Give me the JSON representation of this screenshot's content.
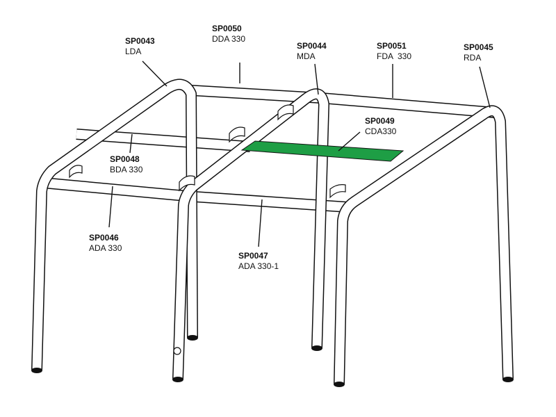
{
  "parts": [
    {
      "code": "SP0043",
      "name": "LDA"
    },
    {
      "code": "SP0050",
      "name": "DDA 330"
    },
    {
      "code": "SP0044",
      "name": "MDA"
    },
    {
      "code": "SP0051",
      "name": "FDA  330"
    },
    {
      "code": "SP0045",
      "name": "RDA"
    },
    {
      "code": "SP0048",
      "name": "BDA 330"
    },
    {
      "code": "SP0049",
      "name": "CDA330"
    },
    {
      "code": "SP0046",
      "name": "ADA 330"
    },
    {
      "code": "SP0047",
      "name": "ADA 330-1"
    }
  ],
  "highlight_color": "#1e9e45"
}
